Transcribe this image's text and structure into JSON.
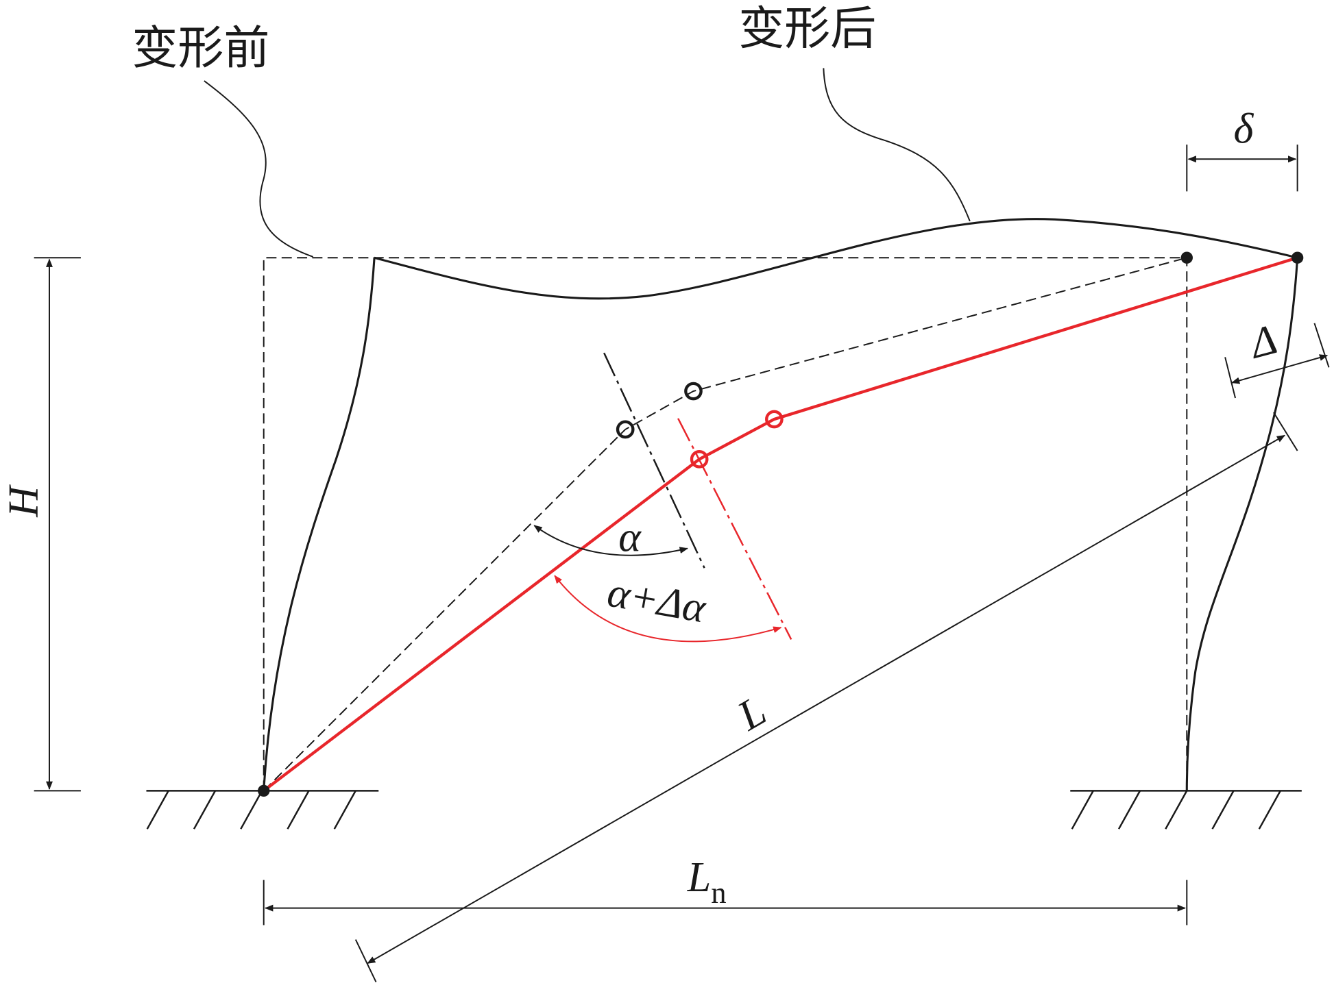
{
  "labels": {
    "before": "变形前",
    "after": "变形后",
    "delta_small": "δ",
    "delta_big": "Δ",
    "height": "H",
    "alpha": "α",
    "alpha_plus": "α+Δα",
    "length": "L",
    "span_main": "L",
    "span_sub": "n"
  },
  "colors": {
    "deformed_chord": "#e8262b",
    "lines": "#1a1a1a"
  }
}
